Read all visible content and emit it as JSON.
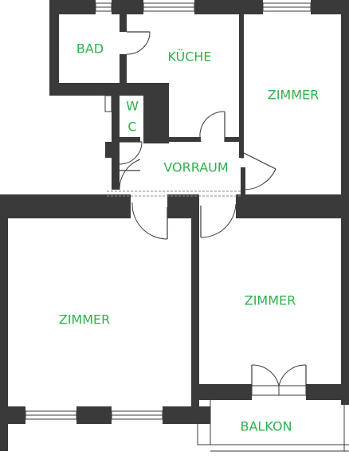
{
  "rooms": {
    "bad": "BAD",
    "kueche": "KÜCHE",
    "zimmer_ne": "ZIMMER",
    "wc_w": "W",
    "wc_c": "C",
    "vorraum": "VORRAUM",
    "zimmer_w": "ZIMMER",
    "zimmer_se": "ZIMMER",
    "balkon": "BALKON"
  },
  "colors": {
    "label": "#2db34a",
    "wall": "#3a3a3a"
  }
}
